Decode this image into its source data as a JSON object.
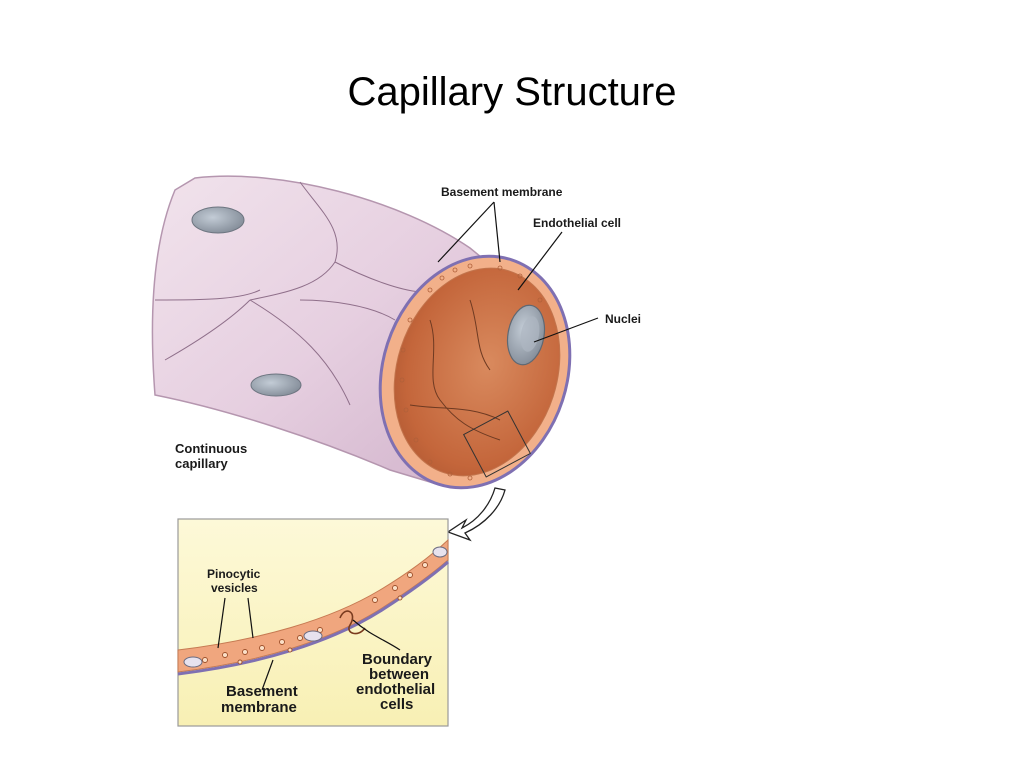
{
  "title": "Capillary Structure",
  "labels": {
    "basement_membrane_top": "Basement membrane",
    "endothelial_cell": "Endothelial cell",
    "nuclei": "Nuclei",
    "continuous_capillary_1": "Continuous",
    "continuous_capillary_2": "capillary",
    "pinocytic_1": "Pinocytic",
    "pinocytic_2": "vesicles",
    "basement_membrane_bottom_1": "Basement",
    "basement_membrane_bottom_2": "membrane",
    "boundary_1": "Boundary",
    "boundary_2": "between",
    "boundary_3": "endothelial",
    "boundary_4": "cells"
  },
  "colors": {
    "vessel_outer": "#ead7e4",
    "vessel_shadow": "#c9a9c4",
    "lumen": "#c96e45",
    "wall_band": "#f2b08a",
    "membrane_line": "#8a78b8",
    "nucleus": "#9ea7b3",
    "inset_bg": "#fbf6c8"
  }
}
